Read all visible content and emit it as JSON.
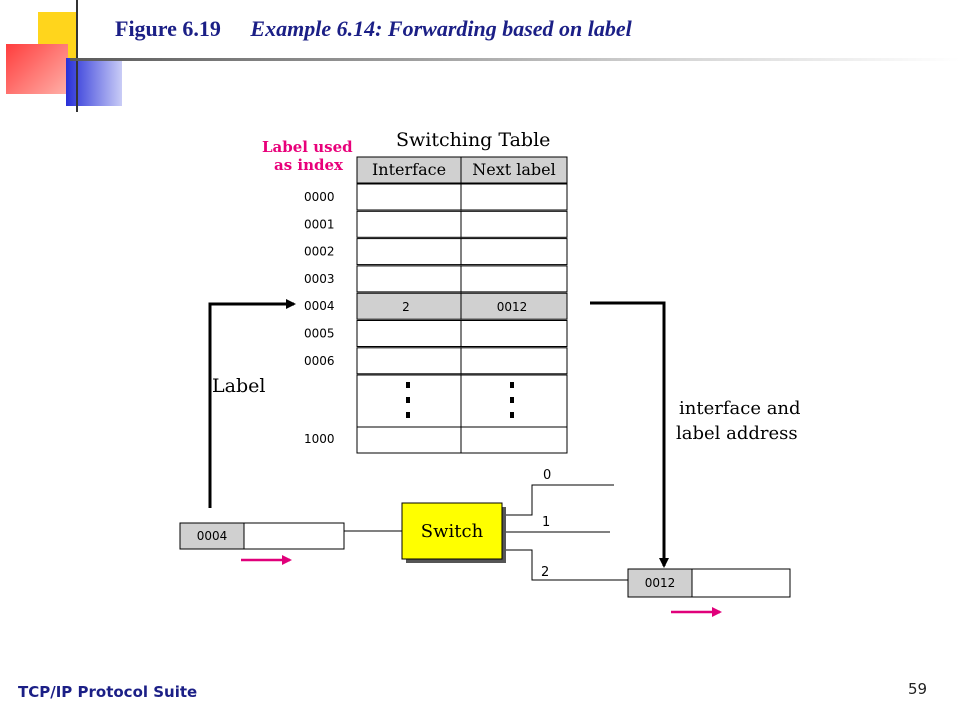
{
  "slide": {
    "figure_number": "Figure 6.19",
    "figure_caption": "Example 6.14: Forwarding based on label",
    "footer_text": "TCP/IP Protocol Suite",
    "page_number": "59"
  },
  "diagram": {
    "table_title": "Switching Table",
    "index_caption_line1": "Label used",
    "index_caption_line2": "as index",
    "col_interface": "Interface",
    "col_next_label": "Next label",
    "rows": [
      {
        "index": "0000",
        "interface": "",
        "next_label": ""
      },
      {
        "index": "0001",
        "interface": "",
        "next_label": ""
      },
      {
        "index": "0002",
        "interface": "",
        "next_label": ""
      },
      {
        "index": "0003",
        "interface": "",
        "next_label": ""
      },
      {
        "index": "0004",
        "interface": "2",
        "next_label": "0012"
      },
      {
        "index": "0005",
        "interface": "",
        "next_label": ""
      },
      {
        "index": "0006",
        "interface": "",
        "next_label": ""
      },
      {
        "index": "1000",
        "interface": "",
        "next_label": ""
      }
    ],
    "label_text": "Label",
    "result_line1": "interface and",
    "result_line2": "label address",
    "switch_label": "Switch",
    "port_0": "0",
    "port_1": "1",
    "port_2": "2",
    "incoming_packet_label": "0004",
    "outgoing_packet_label": "0012"
  },
  "colors": {
    "title": "#1b1f86",
    "index_caption": "#e8007a",
    "switch_fill": "#ffff00",
    "highlight_row": "#d0d0d0",
    "header_fill": "#d0d0d0",
    "arrow_magenta": "#e0007a"
  }
}
